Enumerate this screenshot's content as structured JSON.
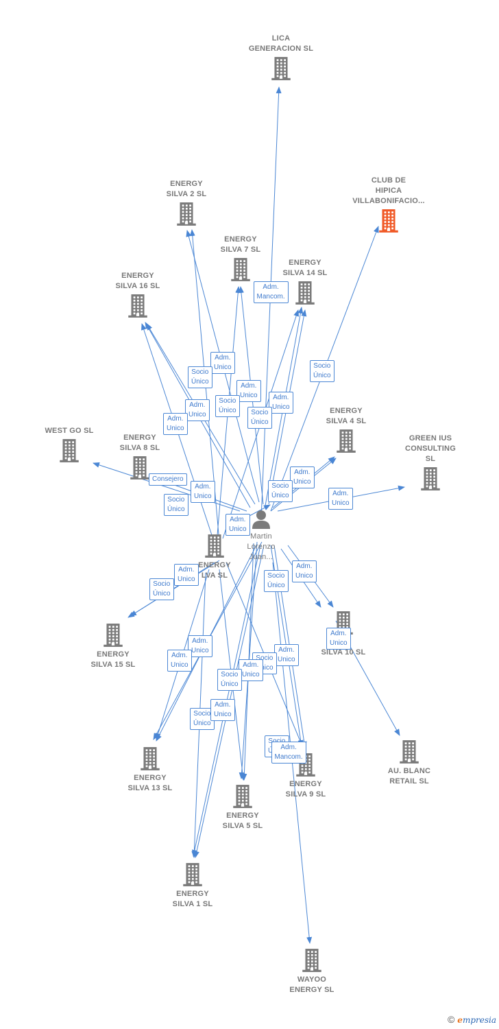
{
  "colors": {
    "edge": "#4a86d4",
    "company": "#7b7b7b",
    "highlight": "#f05a28",
    "label": "#777777",
    "badge_text": "#3d79cc"
  },
  "nodes": [
    {
      "id": "lica",
      "lines": [
        "LICA",
        "GENERACION SL"
      ],
      "kind": "company"
    },
    {
      "id": "club",
      "lines": [
        "CLUB DE",
        "HIPICA",
        "VILLABONIFACIO..."
      ],
      "kind": "highlight"
    },
    {
      "id": "es2",
      "lines": [
        "ENERGY",
        "SILVA 2  SL"
      ],
      "kind": "company"
    },
    {
      "id": "es7",
      "lines": [
        "ENERGY",
        "SILVA 7  SL"
      ],
      "kind": "company"
    },
    {
      "id": "es14",
      "lines": [
        "ENERGY",
        "SILVA 14  SL"
      ],
      "kind": "company"
    },
    {
      "id": "es16",
      "lines": [
        "ENERGY",
        "SILVA 16  SL"
      ],
      "kind": "company"
    },
    {
      "id": "westgo",
      "lines": [
        "WEST GO SL"
      ],
      "kind": "company"
    },
    {
      "id": "es8",
      "lines": [
        "ENERGY",
        "SILVA 8  SL"
      ],
      "kind": "company"
    },
    {
      "id": "es4",
      "lines": [
        "ENERGY",
        "SILVA 4  SL"
      ],
      "kind": "company"
    },
    {
      "id": "green",
      "lines": [
        "GREEN IUS",
        "CONSULTING",
        "SL"
      ],
      "kind": "company"
    },
    {
      "id": "person",
      "lines": [
        "Martin",
        "Lorenzo",
        "Juan..."
      ],
      "kind": "person"
    },
    {
      "id": "esl",
      "lines": [
        "ENERGY",
        "LVA  SL"
      ],
      "kind": "company"
    },
    {
      "id": "es15",
      "lines": [
        "ENERGY",
        "SILVA 15  SL"
      ],
      "kind": "company"
    },
    {
      "id": "es10",
      "lines": [
        "Y",
        "SILVA 10  SL"
      ],
      "kind": "company"
    },
    {
      "id": "es13",
      "lines": [
        "ENERGY",
        "SILVA 13  SL"
      ],
      "kind": "company"
    },
    {
      "id": "es5",
      "lines": [
        "ENERGY",
        "SILVA 5  SL"
      ],
      "kind": "company"
    },
    {
      "id": "es9",
      "lines": [
        "ENERGY",
        "SILVA 9  SL"
      ],
      "kind": "company"
    },
    {
      "id": "aublanc",
      "lines": [
        "AU.  BLANC",
        "RETAIL SL"
      ],
      "kind": "company"
    },
    {
      "id": "es1",
      "lines": [
        "ENERGY",
        "SILVA 1  SL"
      ],
      "kind": "company"
    },
    {
      "id": "wayoo",
      "lines": [
        "WAYOO",
        "ENERGY  SL"
      ],
      "kind": "company"
    }
  ],
  "badges": [
    [
      "Adm.",
      "Mancom."
    ],
    [
      "Adm.",
      "Unico"
    ],
    [
      "Adm.",
      "Unico"
    ],
    [
      "Socio",
      "Único"
    ],
    [
      "Adm.",
      "Unico"
    ],
    [
      "Adm.",
      "Unico"
    ],
    [
      "Socio",
      "Único"
    ],
    [
      "Socio",
      "Único"
    ],
    [
      "Adm.",
      "Unico"
    ],
    [
      "Socio",
      "Único"
    ],
    [
      "Consejero"
    ],
    [
      "Adm.",
      "Unico"
    ],
    [
      "Socio",
      "Único"
    ],
    [
      "Adm.",
      "Unico"
    ],
    [
      "Socio",
      "Único"
    ],
    [
      "Adm.",
      "Unico"
    ],
    [
      "Adm.",
      "Unico"
    ],
    [
      "Adm.",
      "Unico"
    ],
    [
      "Socio",
      "Único"
    ],
    [
      "Adm.",
      "Unico"
    ],
    [
      "Adm.",
      "Unico"
    ],
    [
      "Socio",
      "Único"
    ],
    [
      "Adm.",
      "Unico"
    ],
    [
      "Adm.",
      "Unico"
    ],
    [
      "Socio",
      "Único"
    ],
    [
      "Adm.",
      "Unico"
    ],
    [
      "Adm.",
      "Unico"
    ],
    [
      "Socio",
      "Único"
    ],
    [
      "Socio",
      "Único"
    ],
    [
      "Adm.",
      "Unico"
    ],
    [
      "Socio",
      "Único"
    ],
    [
      "Adm.",
      "Mancom."
    ]
  ],
  "footer": {
    "copyright": "©",
    "brand_initial": "e",
    "brand_rest": "mpresia"
  }
}
